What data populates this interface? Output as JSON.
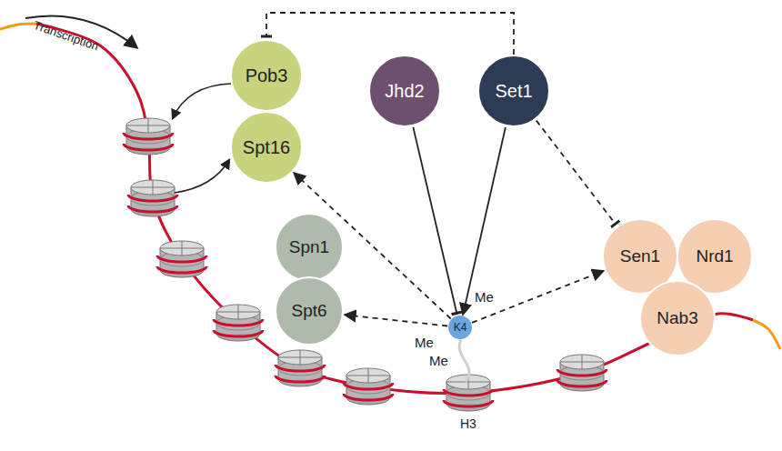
{
  "diagram": {
    "nodes": [
      {
        "text": [
          "Pob3"
        ]
      },
      {
        "text": [
          "Spt16"
        ]
      },
      {
        "text": [
          "Jhd2"
        ]
      },
      {
        "text": [
          "Set1"
        ]
      },
      {
        "text": [
          "Spn1"
        ]
      },
      {
        "text": [
          "Spt6"
        ]
      },
      {
        "text": [
          "K4"
        ]
      },
      {
        "text": [
          "Sen1"
        ]
      },
      {
        "text": [
          "Nrd1"
        ]
      },
      {
        "text": [
          "Nab3"
        ]
      }
    ],
    "edges": [
      {
        "from": 3,
        "to": 0,
        "arrow": "to"
      },
      {
        "from": 3,
        "to": 7,
        "arrow": "to"
      },
      {
        "from": 2,
        "to": 6,
        "arrow": "to"
      },
      {
        "from": 3,
        "to": 6,
        "arrow": "to"
      },
      {
        "from": 6,
        "to": 1,
        "arrow": "to"
      },
      {
        "from": 6,
        "to": 5,
        "arrow": "to"
      },
      {
        "from": 6,
        "to": 7,
        "arrow": "to"
      }
    ],
    "labels": [
      "Transcription",
      "Me",
      "Me",
      "Me",
      "H3"
    ]
  }
}
